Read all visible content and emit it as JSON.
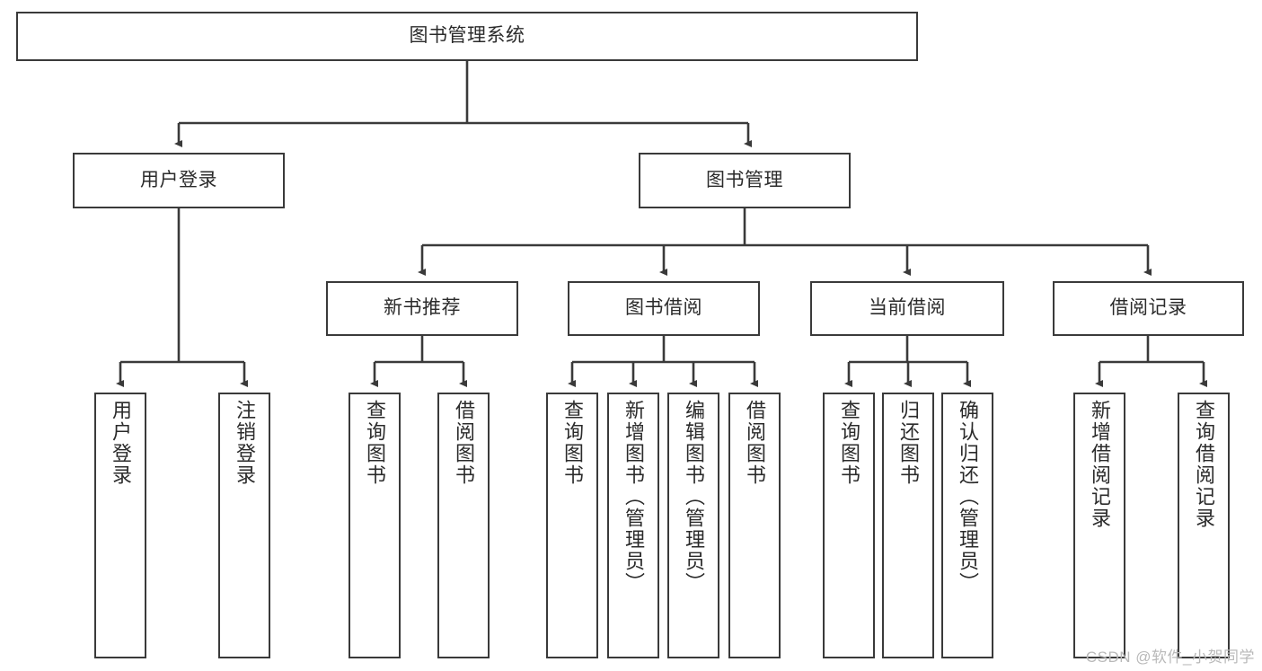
{
  "diagram": {
    "title": "图书管理系统",
    "type": "hierarchy-tree",
    "watermark": "CSDN @软件_小贺同学",
    "colors": {
      "box_border": "#3a3a3a",
      "box_fill": "#ffffff",
      "connector": "#3a3a3a",
      "text": "#2b2b2b",
      "watermark": "#b9b9b9"
    },
    "root": {
      "label": "图书管理系统"
    },
    "level1": [
      {
        "label": "用户登录"
      },
      {
        "label": "图书管理"
      }
    ],
    "level2": [
      {
        "label": "新书推荐"
      },
      {
        "label": "图书借阅"
      },
      {
        "label": "当前借阅"
      },
      {
        "label": "借阅记录"
      }
    ],
    "leaves": {
      "user_login": [
        {
          "label": "用户登录"
        },
        {
          "label": "注销登录"
        }
      ],
      "new_book_recommend": [
        {
          "label": "查询图书"
        },
        {
          "label": "借阅图书"
        }
      ],
      "book_borrow": [
        {
          "label": "查询图书"
        },
        {
          "label": "新增图书（管理员）"
        },
        {
          "label": "编辑图书（管理员）"
        },
        {
          "label": "借阅图书"
        }
      ],
      "current_borrow": [
        {
          "label": "查询图书"
        },
        {
          "label": "归还图书"
        },
        {
          "label": "确认归还（管理员）"
        }
      ],
      "borrow_record": [
        {
          "label": "新增借阅记录"
        },
        {
          "label": "查询借阅记录"
        }
      ]
    }
  }
}
